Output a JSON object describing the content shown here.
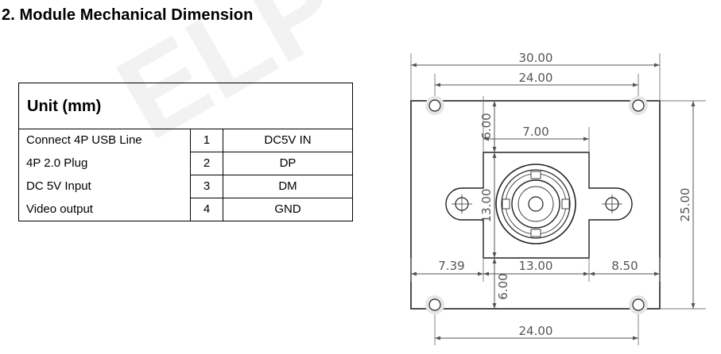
{
  "heading": "2. Module Mechanical Dimension",
  "watermark": "ELP",
  "table": {
    "title": "Unit (mm)",
    "rows": [
      {
        "label": "Connect 4P USB Line",
        "pin": "1",
        "signal": "DC5V IN"
      },
      {
        "label": "4P 2.0 Plug",
        "pin": "2",
        "signal": "DP"
      },
      {
        "label": "DC 5V Input",
        "pin": "3",
        "signal": "DM"
      },
      {
        "label": "Video output",
        "pin": "4",
        "signal": "GND"
      }
    ]
  },
  "drawing": {
    "board_width": "30.00",
    "hole_spacing_top": "24.00",
    "hole_spacing_bottom": "24.00",
    "board_height": "25.00",
    "lens_mount_top_offset": "6.00",
    "lens_mount_width": "7.00",
    "lens_mount_height": "13.00",
    "left_offset": "7.39",
    "lens_mount_base_width": "13.00",
    "right_offset": "8.50",
    "lens_mount_bottom_offset": "6.00"
  }
}
